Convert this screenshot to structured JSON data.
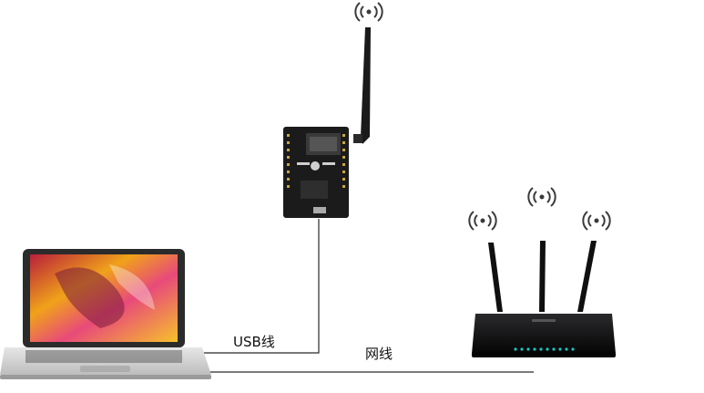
{
  "labels": {
    "usb_cable": "USB线",
    "network_cable": "网线"
  },
  "colors": {
    "cable": "#2a2a2a",
    "router_body": "#0f0f10",
    "board_body": "#1b1b1b",
    "router_led": "#18c7c0",
    "wifi_signal": "#3a3a3a"
  },
  "icons": [
    "wifi-signal-icon",
    "laptop",
    "dev-board",
    "router",
    "antenna"
  ]
}
